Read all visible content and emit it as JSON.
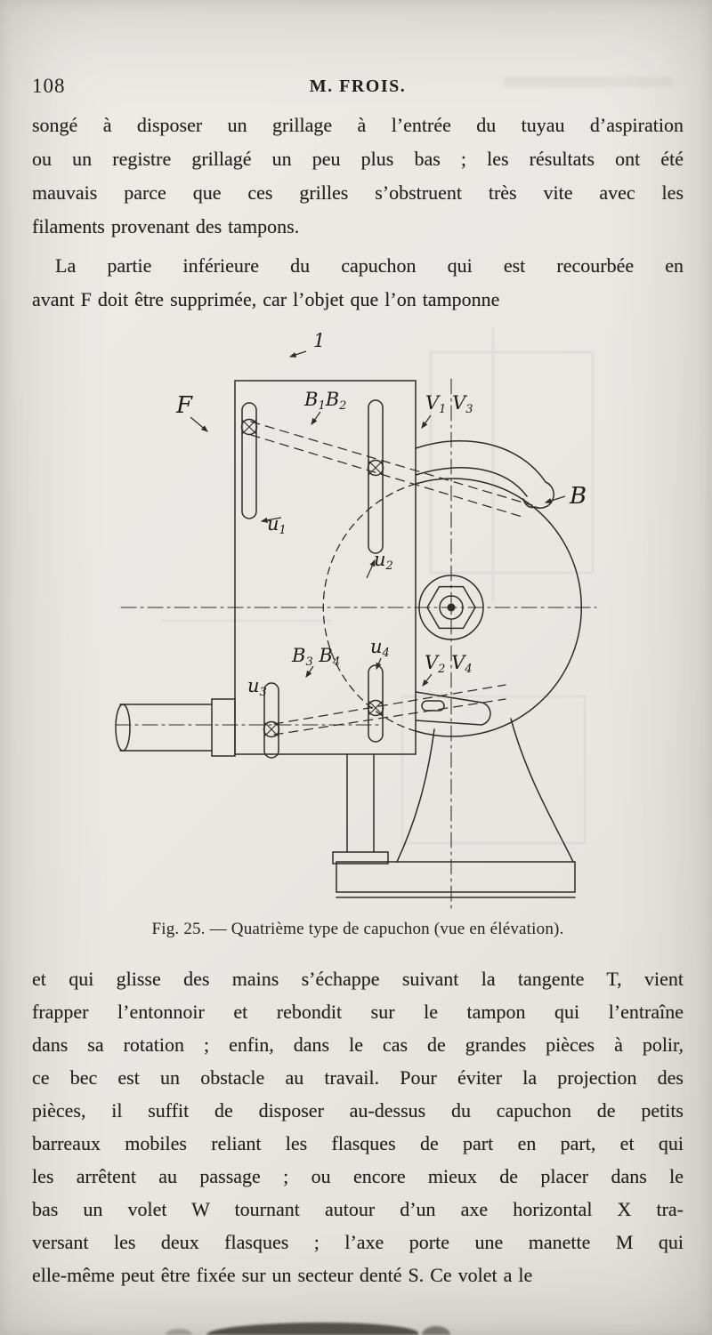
{
  "page": {
    "number": "108",
    "running_title": "M. FROIS."
  },
  "content": {
    "p1_lines": [
      "songé à disposer un grillage à l’entrée du tuyau d’aspiration",
      "ou un registre grillagé un peu plus bas ; les résultats ont été",
      "mauvais parce que ces grilles s’obstruent très vite avec les",
      "filaments provenant des tampons."
    ],
    "p2_lines": [
      "La partie inférieure du capuchon qui est recourbée en",
      "avant F doit être supprimée, car l’objet que l’on tamponne"
    ],
    "p3_lines": [
      "et qui glisse des mains s’échappe suivant la tangente T, vient",
      "frapper l’entonnoir et rebondit sur le tampon qui l’entraîne",
      "dans sa rotation ; enfin, dans le cas de grandes pièces à polir,",
      "ce bec est un obstacle au travail. Pour éviter la projection des",
      "pièces, il suffit de disposer au-dessus du capuchon de petits",
      "barreaux mobiles reliant les flasques de part en part, et qui",
      "les arrêtent au passage ; ou encore mieux de placer dans le",
      "bas un volet W tournant autour d’un axe horizontal X tra-",
      "versant les deux flasques ; l’axe porte une manette M qui",
      "elle-même peut être fixée sur un secteur denté S. Ce volet a le"
    ]
  },
  "figure": {
    "caption": "Fig. 25. — Quatrième type de capuchon (vue en élévation).",
    "labels": {
      "one": [
        [
          "1",
          0
        ]
      ],
      "f": [
        [
          "F",
          0
        ]
      ],
      "b1b2": [
        [
          "B",
          0
        ],
        [
          "1",
          1
        ],
        [
          "B",
          0
        ],
        [
          "2",
          1
        ]
      ],
      "v1v3": [
        [
          "V",
          0
        ],
        [
          "1",
          1
        ],
        [
          " V",
          0
        ],
        [
          "3",
          1
        ]
      ],
      "b": [
        [
          "B",
          0
        ]
      ],
      "u1": [
        [
          "u",
          0
        ],
        [
          "1",
          1
        ]
      ],
      "u2": [
        [
          "u",
          0
        ],
        [
          "2",
          1
        ]
      ],
      "u3": [
        [
          "u",
          0
        ],
        [
          "3",
          1
        ]
      ],
      "u4": [
        [
          "u",
          0
        ],
        [
          "4",
          1
        ]
      ],
      "b3b4": [
        [
          "B",
          0
        ],
        [
          "3",
          1
        ],
        [
          " B",
          0
        ],
        [
          "4",
          1
        ]
      ],
      "v2v4": [
        [
          "V",
          0
        ],
        [
          "2",
          1
        ],
        [
          " V",
          0
        ],
        [
          "4",
          1
        ]
      ]
    }
  }
}
